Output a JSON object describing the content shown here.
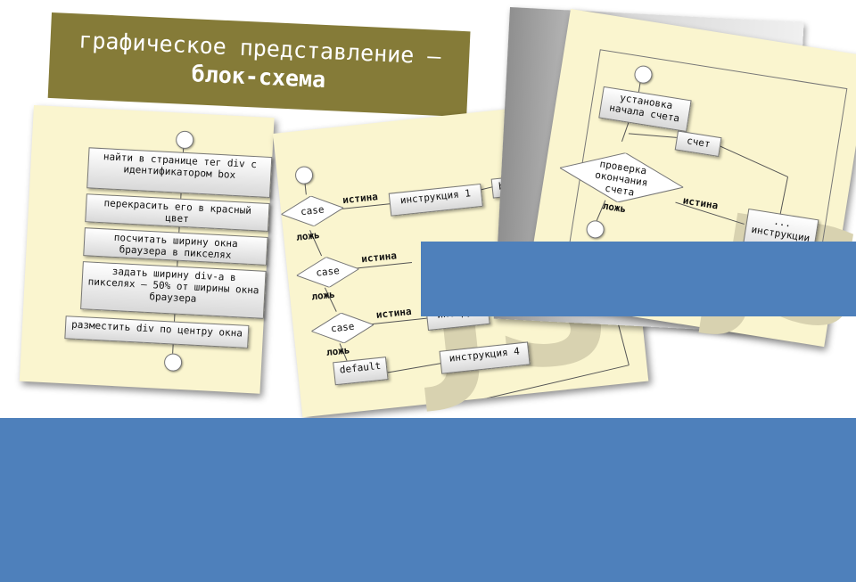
{
  "title": {
    "line1": "графическое представление –",
    "line2": "блок-схема"
  },
  "flow1": {
    "steps": [
      "найти в странице тег div с идентификатором box",
      "перекрасить его в красный цвет",
      "посчитать ширину окна браузера в пикселях",
      "задать ширину div-а в пикселях – 50% от ширины окна браузера",
      "разместить div по центру окна"
    ]
  },
  "flow2": {
    "cases": [
      "case",
      "case",
      "case"
    ],
    "default_label": "default",
    "true_label": "истина",
    "false_label": "ложь",
    "instructions": [
      "инструкция 1",
      "инструк",
      "инструкция 4"
    ],
    "break_label": "break",
    "watermark": "JS"
  },
  "flow3": {
    "init": "установка начала счета",
    "condition": "проверка окончания счета",
    "counter": "счет",
    "body": "... инструкции ...",
    "true_label": "истина",
    "false_label": "ложь",
    "watermark": ".JS"
  }
}
